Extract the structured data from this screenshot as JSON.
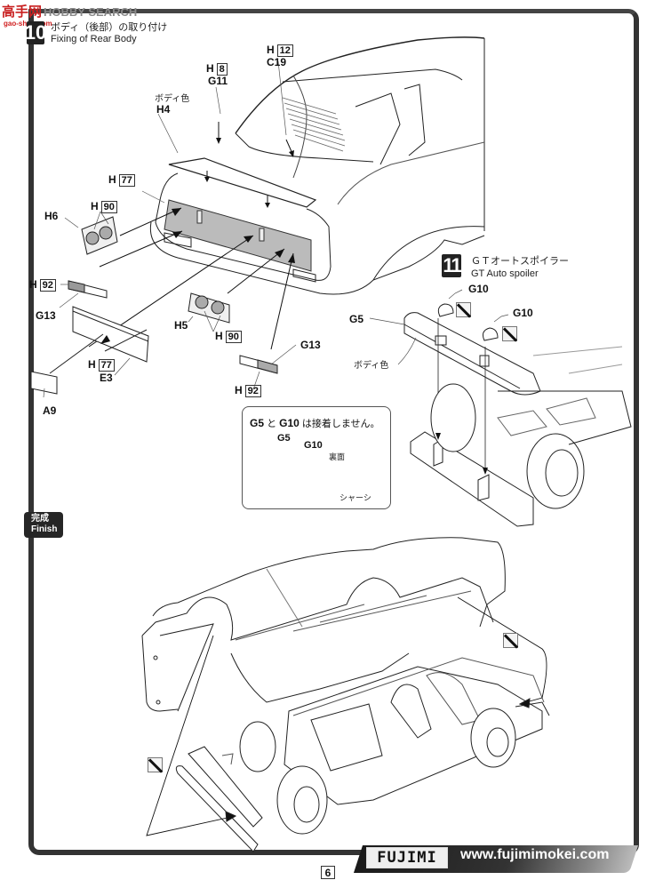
{
  "watermark": {
    "brand_cn": "高手网",
    "brand_en": "HOBBY SEARCH",
    "sub": "gao-shou.com"
  },
  "step10": {
    "number": "10",
    "title_jp": "ボディ（後部）の取り付け",
    "title_en": "Fixing of Rear Body",
    "parts": [
      {
        "id": "H4",
        "note": "ボディ色"
      },
      {
        "id": "G11",
        "paint_prefix": "H",
        "paint_code": "8"
      },
      {
        "id": "C19",
        "paint_prefix": "H",
        "paint_code": "12"
      },
      {
        "id": "H6"
      },
      {
        "id": "G13",
        "paint_prefix": "H",
        "paint_code": "92"
      },
      {
        "id": "E3",
        "paint_prefix": "H",
        "paint_code": "77"
      },
      {
        "id": "A9"
      },
      {
        "id": "H5"
      },
      {
        "id": "G13",
        "paint_prefix": "H",
        "paint_code": "92"
      }
    ],
    "paint_callouts": {
      "h77_top": {
        "prefix": "H",
        "code": "77"
      },
      "h90_left": {
        "prefix": "H",
        "code": "90"
      },
      "h90_right": {
        "prefix": "H",
        "code": "90"
      }
    }
  },
  "step11": {
    "number": "11",
    "title_jp": "ＧＴオートスポイラー",
    "title_en": "GT Auto spoiler",
    "parts": [
      {
        "id": "G10",
        "icon": "no-cement-icon"
      },
      {
        "id": "G10",
        "icon": "no-cement-icon"
      },
      {
        "id": "G5",
        "note": "ボディ色"
      }
    ]
  },
  "note": {
    "part_a": "G5",
    "conj": " と ",
    "part_b": "G10",
    "text": " は接着しません。",
    "diagram_labels": {
      "g5": "G5",
      "g10": "G10",
      "back": "裏面",
      "chassis": "シャーシ"
    }
  },
  "finish": {
    "jp": "完成",
    "en": "Finish"
  },
  "footer": {
    "logo": "FUJIMI",
    "url": "www.fujimimokei.com",
    "page": "6"
  }
}
